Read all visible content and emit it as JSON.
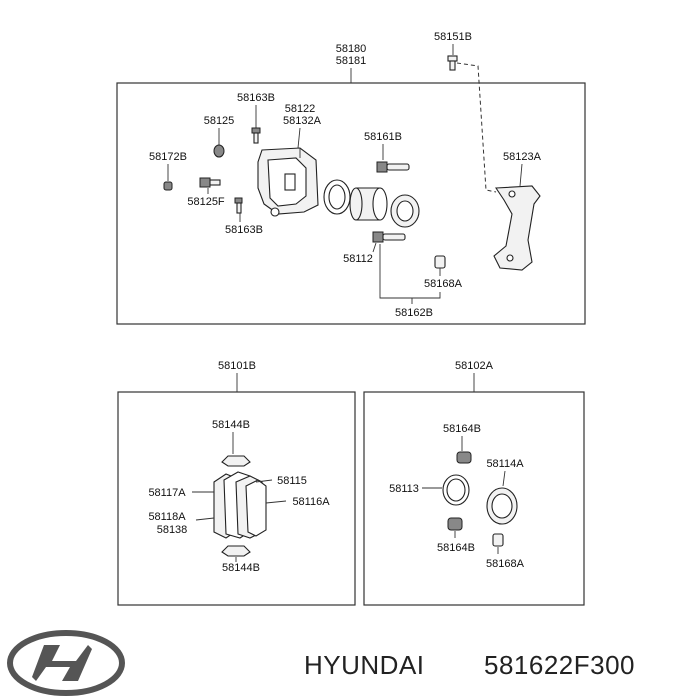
{
  "brand": {
    "name": "HYUNDAI",
    "part_number": "581622F300",
    "logo_icon": "hyundai-logo-icon"
  },
  "caliper_group": {
    "header_a": "58180",
    "header_b": "58181",
    "bolt_top": "58151B",
    "labels": {
      "bolt_upper": "58163B",
      "cap": "58125",
      "caliper_a": "58122",
      "caliper_b": "58132A",
      "bleeder": "58172B",
      "bleeder_screw": "58125F",
      "bolt_lower": "58163B",
      "guide_pin_top": "58161B",
      "bracket": "58123A",
      "piston": "58112",
      "boot": "58168A",
      "guide_pin_kit": "58162B"
    }
  },
  "pad_group": {
    "header": "58101B",
    "labels": {
      "spring_top": "58144B",
      "shim_outer": "58115",
      "pad_left": "58117A",
      "shim_inner": "58116A",
      "wear_a": "58118A",
      "wear_b": "58138",
      "spring_bottom": "58144B"
    }
  },
  "seal_group": {
    "header": "58102A",
    "labels": {
      "boot_top": "58164B",
      "piston_seal_ring": "58114A",
      "seal": "58113",
      "boot_bottom": "58164B",
      "boot_small": "58168A"
    }
  }
}
